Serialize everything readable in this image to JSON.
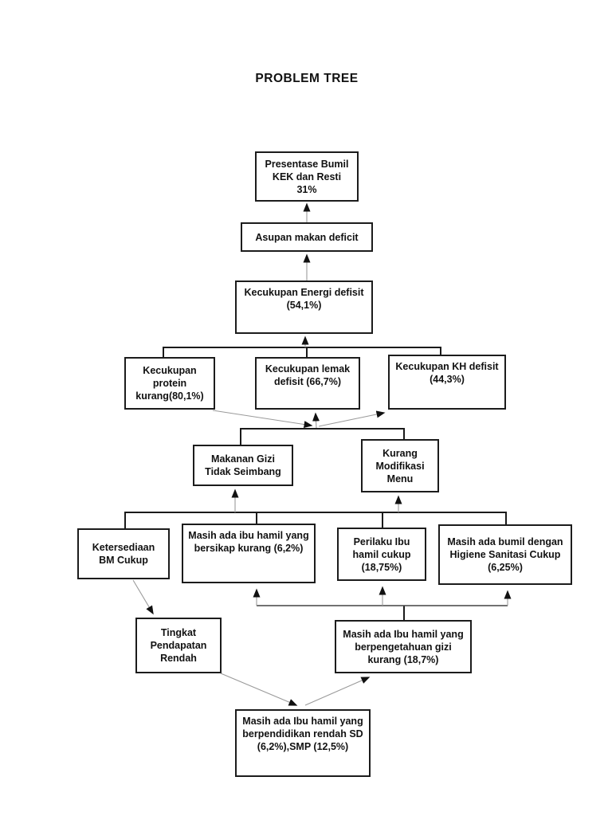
{
  "title": "PROBLEM TREE",
  "colors": {
    "background": "#ffffff",
    "box_border": "#1c1c1c",
    "text": "#111111",
    "thick_line": "#1a1a1a",
    "thin_line": "#999999",
    "arrowhead": "#111111"
  },
  "nodes": {
    "presentase": {
      "text": "Presentase Bumil\nKEK dan Resti\n31%"
    },
    "asupan": {
      "text": "Asupan makan deficit"
    },
    "energi": {
      "text": "Kecukupan Energi defisit\n(54,1%)"
    },
    "protein": {
      "text": "Kecukupan\nprotein\nkurang(80,1%)"
    },
    "lemak": {
      "text": "Kecukupan lemak\ndefisit (66,7%)"
    },
    "kh": {
      "text": "Kecukupan KH defisit\n(44,3%)"
    },
    "makanan": {
      "text": "Makanan Gizi\nTidak Seimbang"
    },
    "modifikasi": {
      "text": "Kurang\nModifikasi\nMenu"
    },
    "ketersediaan": {
      "text": "Ketersediaan\nBM Cukup"
    },
    "bersikap": {
      "text": "Masih ada ibu hamil yang\nbersikap kurang (6,2%)"
    },
    "perilaku": {
      "text": "Perilaku Ibu\nhamil cukup\n(18,75%)"
    },
    "higiene": {
      "text": "Masih ada bumil dengan\nHigiene Sanitasi Cukup\n(6,25%)"
    },
    "tingkat": {
      "text": "Tingkat\nPendapatan\nRendah"
    },
    "berpengetahuan": {
      "text": "Masih ada Ibu hamil yang\nberpengetahuan gizi\nkurang (18,7%)"
    },
    "berpendidikan": {
      "text": "Masih ada Ibu hamil yang\nberpendidikan rendah SD\n(6,2%),SMP (12,5%)"
    }
  }
}
